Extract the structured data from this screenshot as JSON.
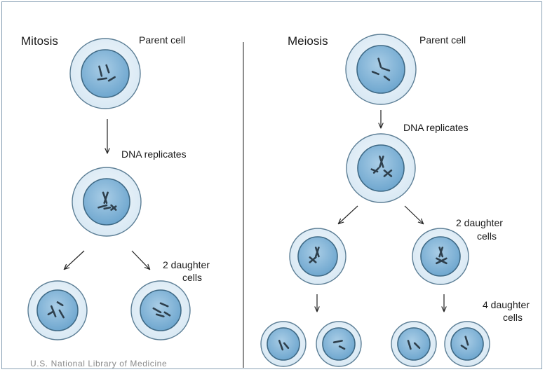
{
  "mitosis": {
    "title": "Mitosis",
    "parent_label": "Parent cell",
    "replicate_label": "DNA replicates",
    "daughter_label_line1": "2 daughter",
    "daughter_label_line2": "cells"
  },
  "meiosis": {
    "title": "Meiosis",
    "parent_label": "Parent cell",
    "replicate_label": "DNA replicates",
    "daughter_label_line1": "2 daughter",
    "daughter_label_line2": "cells",
    "four_daughter_label_line1": "4 daughter",
    "four_daughter_label_line2": "cells"
  },
  "credit": "U.S. National Library of Medicine",
  "colors": {
    "cell_outer_fill": "#e3eff8",
    "cell_outer_stroke": "#5d7f96",
    "nucleus_fill": "#7fb3d6",
    "nucleus_stroke": "#3f6a86",
    "chromosome": "#2e3f4c",
    "divider": "#444444"
  }
}
